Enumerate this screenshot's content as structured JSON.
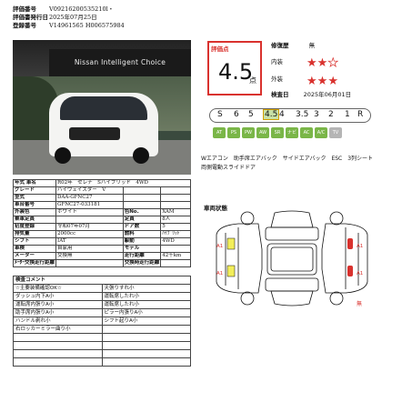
{
  "header": {
    "rows": [
      {
        "label": "評価番号",
        "value": "V09216200535210l・"
      },
      {
        "label": "評価書発行日",
        "value": "2025年07月25日"
      },
      {
        "label": "登録番号",
        "value": "V14961565 H006575984"
      }
    ]
  },
  "photo": {
    "sign_text": "Nissan Intelligent Choice"
  },
  "score": {
    "label": "評価点",
    "value": "4.5",
    "unit": "点"
  },
  "ratings": {
    "repair_label": "修復歴",
    "repair_value": "無",
    "interior_label": "内装",
    "interior_stars": 2,
    "interior_max": 3,
    "exterior_label": "外装",
    "exterior_stars": 3,
    "exterior_max": 3,
    "inspect_label": "検査日",
    "inspect_value": "2025年06月01日"
  },
  "grades": [
    "S",
    "6",
    "5",
    "4.5",
    "4",
    "3.5",
    "3",
    "2",
    "1",
    "R"
  ],
  "grade_selected": "4.5",
  "feature_icons": [
    {
      "name": "AT",
      "color": "#7ab648"
    },
    {
      "name": "PS",
      "color": "#7ab648"
    },
    {
      "name": "PW",
      "color": "#7ab648"
    },
    {
      "name": "AW",
      "color": "#7ab648"
    },
    {
      "name": "SR",
      "color": "#7ab648"
    },
    {
      "name": "ナビ",
      "color": "#7ab648"
    },
    {
      "name": "AC",
      "color": "#7ab648"
    },
    {
      "name": "A/C",
      "color": "#7ab648"
    },
    {
      "name": "TV",
      "color": "#b5b5b5"
    }
  ],
  "equipment": "Wエアコン　助手席エアバック　サイドエアバック　ESC　3列シート　両側電動スライドドア",
  "spec": {
    "title_label": "年式 車名",
    "title_value": "R02年　セレナ　Sハイブリッド　4WD",
    "rows": [
      {
        "k1": "グレード",
        "v1": "ハイウェイスター　V",
        "k2": "",
        "v2": ""
      },
      {
        "k1": "型式",
        "v1": "DAA-GFNC27",
        "k2": "",
        "v2": ""
      },
      {
        "k1": "車台番号",
        "v1": "GFNC27-033181",
        "k2": "",
        "v2": ""
      },
      {
        "k1": "外装色",
        "v1": "ホワイト",
        "k2": "色No.",
        "v2": "XAM"
      },
      {
        "k1": "乗車定員",
        "v1": "",
        "k2": "定員",
        "v2": "8人"
      },
      {
        "k1": "初度登録",
        "v1": "令和07年07月",
        "k2": "ドア数",
        "v2": "5"
      },
      {
        "k1": "排気量",
        "v1": "2000cc",
        "k2": "燃料",
        "v2": "ﾊｲﾌﾞﾘｯﾄﾞ"
      },
      {
        "k1": "シフト",
        "v1": "IAT",
        "k2": "駆動",
        "v2": "4WD"
      },
      {
        "k1": "車検",
        "v1": "自家用",
        "k2": "モデル",
        "v2": ""
      },
      {
        "k1": "メーター",
        "v1": "交換無",
        "k2": "走行距離",
        "v2": "42千km"
      },
      {
        "k1": "ﾒｰﾀｰ交換走行距離",
        "v1": "",
        "k2": "交換時走行距離",
        "v2": ""
      }
    ]
  },
  "comments": {
    "title": "検査コメント",
    "rows": [
      {
        "left": "☆主要装備確認OK☆",
        "right": "天張りすれ小"
      },
      {
        "left": "ダッシュ内下A小",
        "right": "運転席したれ小"
      },
      {
        "left": "運転席内張りA小",
        "right": "運転席したれ小"
      },
      {
        "left": "助手席内張りA小",
        "right": "ピラー内張りA小"
      },
      {
        "left": "ハンドル剥れ小",
        "right": "シフト起りA小"
      },
      {
        "left": "右ロッカーミラー曲り小",
        "right": ""
      },
      {
        "left": "",
        "right": ""
      },
      {
        "left": "",
        "right": ""
      },
      {
        "left": "",
        "right": ""
      },
      {
        "left": "",
        "right": ""
      }
    ]
  },
  "condition": {
    "label": "車両状態",
    "marks": [
      {
        "text": "A1"
      },
      {
        "text": "A1"
      },
      {
        "text": "A1"
      },
      {
        "text": "A1"
      },
      {
        "text": "無"
      }
    ]
  }
}
